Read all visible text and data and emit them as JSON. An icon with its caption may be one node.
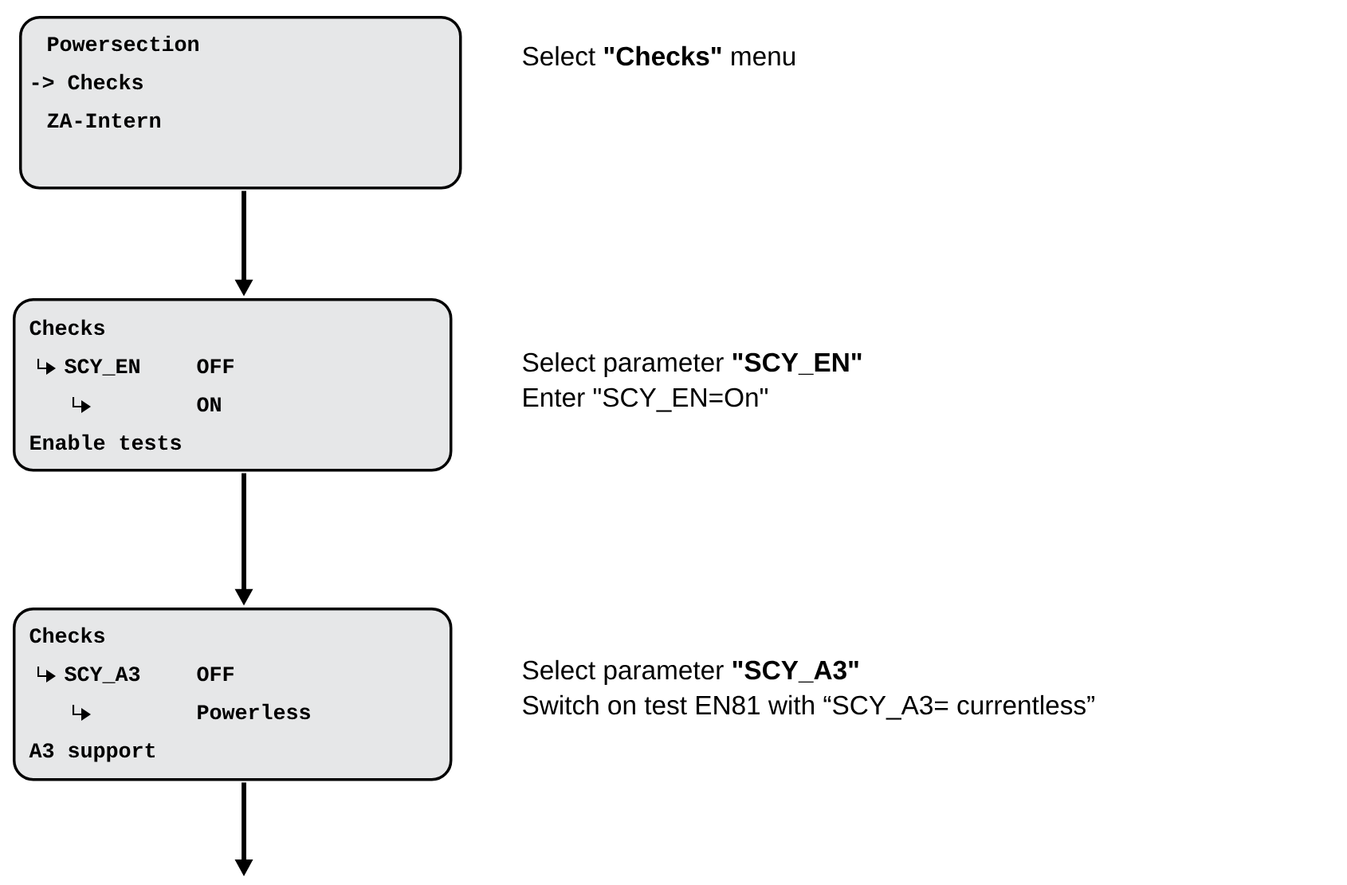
{
  "diagram": {
    "nodes": [
      {
        "text": [
          "Powersection",
          "-> Checks",
          "ZA-Intern"
        ],
        "beside": [
          "Select **\"Checks\"** menu"
        ]
      },
      {
        "text": [
          "Checks",
          "SCY_EN",
          "OFF",
          "ON",
          "Enable tests"
        ],
        "beside": [
          "Select parameter **\"SCY_EN\"**",
          "Enter \"SCY_EN=On\""
        ]
      },
      {
        "text": [
          "Checks",
          "SCY_A3",
          "OFF",
          "Powerless",
          "A3 support"
        ],
        "beside": [
          "Select parameter **\"SCY_A3\"**",
          "Switch on test EN81 with “SCY_A3= currentless”"
        ]
      }
    ],
    "edges": [
      {
        "from": 0,
        "to": 1,
        "arrow": "to"
      },
      {
        "from": 1,
        "to": 2,
        "arrow": "to"
      },
      {
        "from": 2,
        "to": null,
        "arrow": "to"
      }
    ]
  }
}
